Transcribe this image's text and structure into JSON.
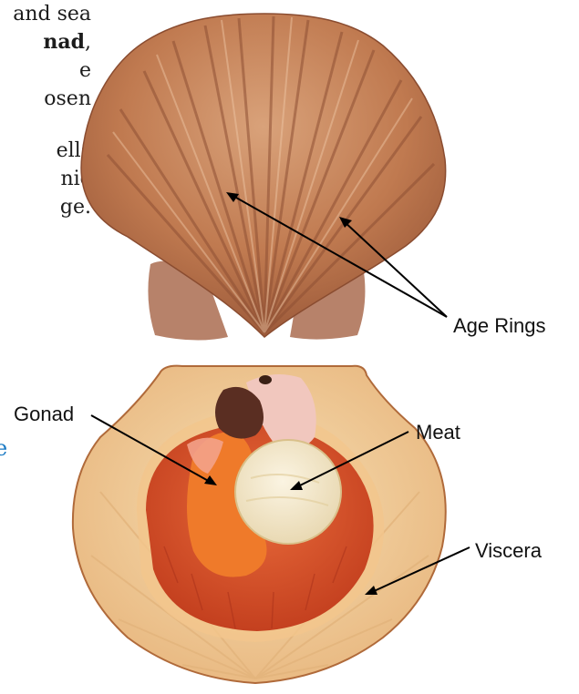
{
  "article_text": {
    "paragraph1": [
      "and sea",
      "nad,",
      "e",
      "osen"
    ],
    "paragraph1_bold": "nad",
    "paragraph2": [
      "ells",
      "nic",
      "ge."
    ]
  },
  "link_fragment": "e",
  "diagram": {
    "labels": {
      "age_rings": "Age Rings",
      "gonad": "Gonad",
      "meat": "Meat",
      "viscera": "Viscera"
    },
    "colors": {
      "shell_exterior": "#c98a5e",
      "shell_interior": "#f3d9ab",
      "viscera": "#d9502a",
      "gonad": "#ef7a2a",
      "meat": "#f4ead3",
      "link": "#1a7ac4"
    }
  }
}
